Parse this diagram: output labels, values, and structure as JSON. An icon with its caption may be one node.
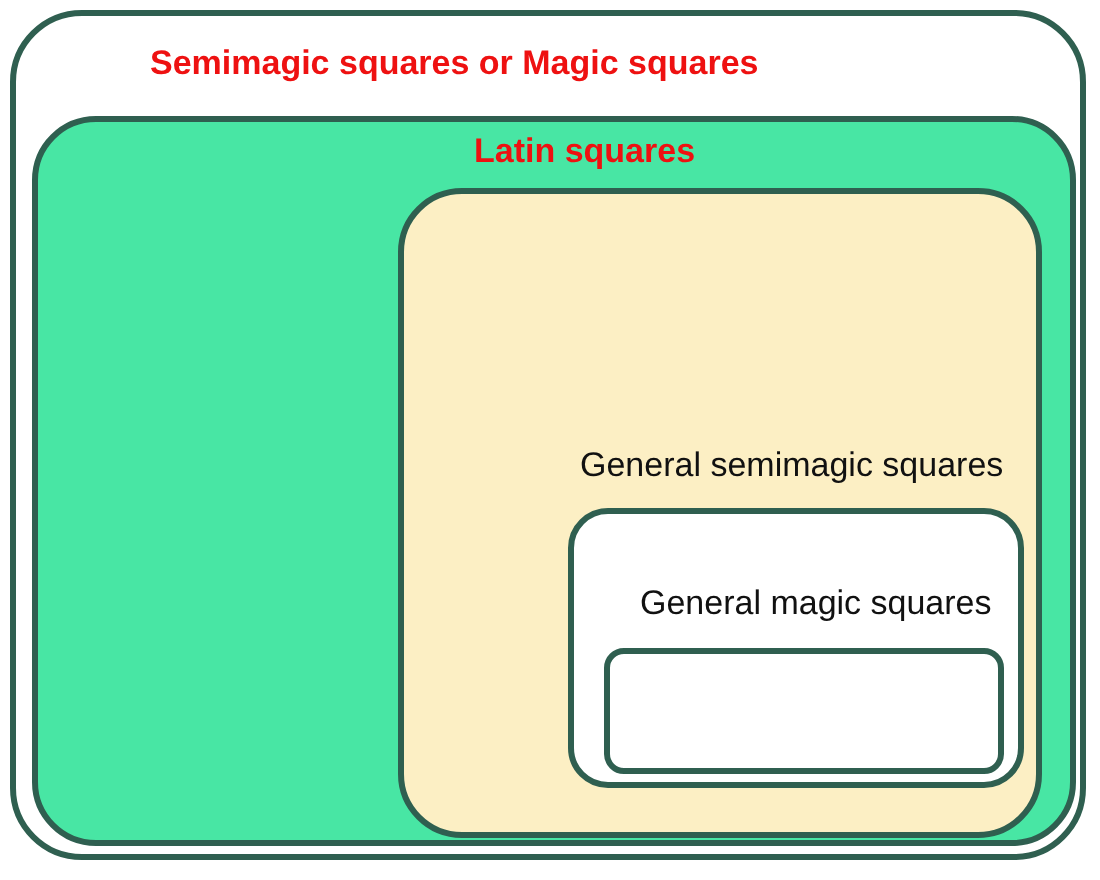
{
  "diagram": {
    "nodes": [
      {
        "text": [
          "Semimagic squares or Magic squares"
        ]
      },
      {
        "text": [
          "Latin squares"
        ],
        "in": 0
      },
      {
        "text": [
          "General semimagic squares"
        ],
        "in": 1
      },
      {
        "text": [
          "General magic squares"
        ],
        "in": 2
      },
      {
        "text": [],
        "shape": "box",
        "in": 3
      }
    ]
  }
}
